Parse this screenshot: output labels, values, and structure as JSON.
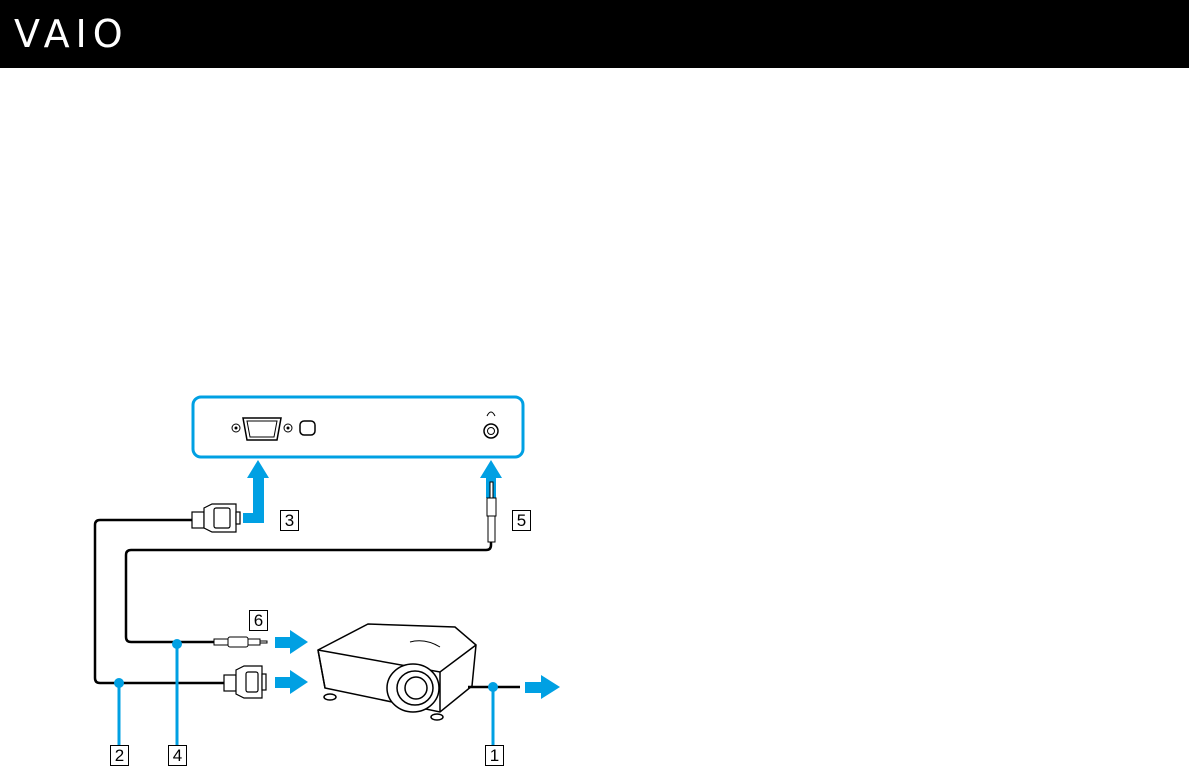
{
  "header": {
    "brand": "VAIO"
  },
  "diagram": {
    "accent_color": "#00a0e3",
    "callouts": [
      {
        "id": "1",
        "label": "1"
      },
      {
        "id": "2",
        "label": "2"
      },
      {
        "id": "3",
        "label": "3"
      },
      {
        "id": "4",
        "label": "4"
      },
      {
        "id": "5",
        "label": "5"
      },
      {
        "id": "6",
        "label": "6"
      }
    ]
  }
}
